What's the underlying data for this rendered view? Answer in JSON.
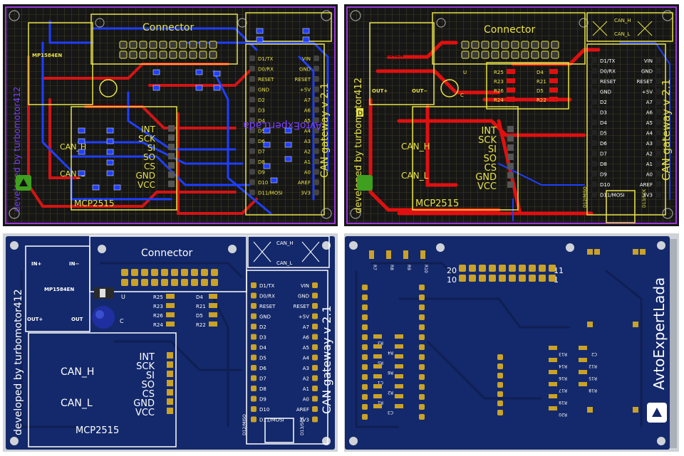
{
  "colors": {
    "layout_bg": "#161616",
    "board_navy": "#14296b",
    "silk": "#ffffff",
    "pad": "#c9a227",
    "yellow": "#e8e24a",
    "red": "#e01010",
    "blue": "#1f3fff",
    "grid": "#6a6a30",
    "outline": "#9a3ad8"
  },
  "icons": [
    "arrow-badge-icon"
  ],
  "boards": {
    "connector": "Connector",
    "gateway": "CAN gateway v 2.1",
    "author_by": "developed by",
    "author_name": "turbomotor412",
    "author_mark": "D",
    "module": "MP1584EN",
    "chip": "MCP2515",
    "in_plus": "IN+",
    "in_minus": "IN−",
    "out_plus": "OUT+",
    "out_minus": "OUT−",
    "out": "OUT",
    "can_h": "CAN_H",
    "can_l": "CAN_L",
    "bus_h": "CAN_H",
    "bus_l": "CAN_L",
    "d12": "D12/MISO",
    "d13": "D13/SCK",
    "back_brand": "AvtoExpertLada",
    "back_mirror": "AvtoExpertLada",
    "hdr_20": "20",
    "hdr_11": "11",
    "hdr_10": "10",
    "hdr_1": "1",
    "u_label": "U",
    "c_label": "C",
    "spi_pins": [
      "INT",
      "SCK",
      "SI",
      "SO",
      "CS",
      "GND",
      "VCC"
    ],
    "nano_left": [
      "D1/TX",
      "D0/RX",
      "RESET",
      "GND",
      "D2",
      "D3",
      "D4",
      "D5",
      "D6",
      "D7",
      "D8",
      "D9",
      "D10",
      "D11/MOSI"
    ],
    "nano_right": [
      "VIN",
      "GND",
      "RESET",
      "+5V",
      "A7",
      "A6",
      "A5",
      "A4",
      "A3",
      "A2",
      "A1",
      "A0",
      "AREF",
      "3V3"
    ],
    "res_front": [
      {
        "id": "R25",
        "side": "left"
      },
      {
        "id": "D4",
        "side": "right"
      },
      {
        "id": "R23",
        "side": "left"
      },
      {
        "id": "R21",
        "side": "right"
      },
      {
        "id": "R26",
        "side": "left"
      },
      {
        "id": "D5",
        "side": "right"
      },
      {
        "id": "R24",
        "side": "left"
      },
      {
        "id": "R22",
        "side": "right"
      }
    ],
    "back_left_res": [
      "R3",
      "R4",
      "R5",
      "R6",
      "C1",
      "R2",
      "R1",
      "C3"
    ],
    "back_right_res": [
      "R13",
      "R14",
      "R16",
      "R17",
      "R19",
      "R20",
      "C2",
      "R12",
      "R15",
      "R18"
    ],
    "back_top_res": [
      "R7",
      "R8",
      "R9",
      "R10"
    ]
  }
}
